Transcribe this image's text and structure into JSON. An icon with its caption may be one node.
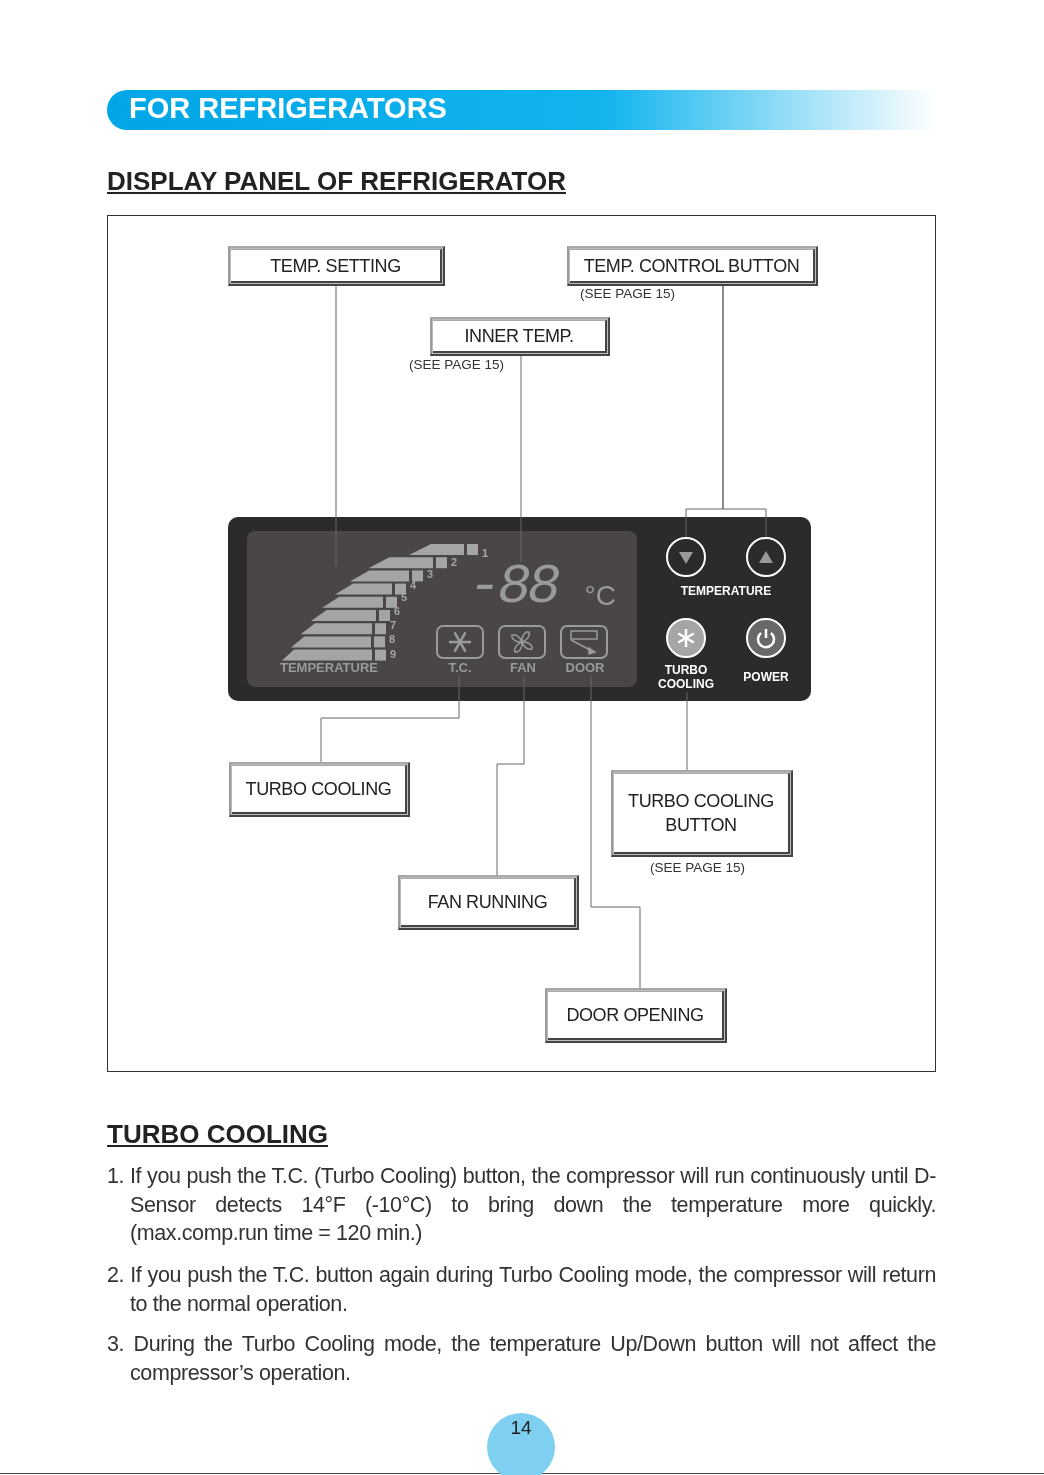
{
  "diagram": {
    "title": "FOR REFRIGERATORS",
    "nodes": [
      {
        "text": [
          "TEMP. SETTING"
        ]
      },
      {
        "text": [
          "TEMP. CONTROL BUTTON"
        ],
        "beside": [
          "(SEE PAGE 15)"
        ]
      },
      {
        "text": [
          "INNER TEMP."
        ],
        "beside": [
          "(SEE PAGE 15)"
        ]
      },
      {
        "text": [
          "TEMPERATURE"
        ]
      },
      {
        "text": [
          "-88",
          "°C"
        ]
      },
      {
        "text": [
          "T.C."
        ]
      },
      {
        "text": [
          "FAN"
        ]
      },
      {
        "text": [
          "DOOR"
        ]
      },
      {
        "text": [],
        "shape": "circle"
      },
      {
        "text": [],
        "shape": "circle"
      },
      {
        "text": [
          "TURBO COOLING"
        ]
      },
      {
        "text": [
          "POWER"
        ]
      },
      {
        "text": [
          "TURBO COOLING"
        ]
      },
      {
        "text": [
          "TURBO COOLING BUTTON"
        ],
        "beside": [
          "(SEE PAGE 15)"
        ]
      },
      {
        "text": [
          "FAN RUNNING"
        ]
      },
      {
        "text": [
          "DOOR OPENING"
        ]
      }
    ],
    "edges": [
      {
        "from": 0,
        "to": 3,
        "arrow": "none"
      },
      {
        "from": 2,
        "to": 4,
        "arrow": "none"
      },
      {
        "from": 1,
        "to": 8,
        "arrow": "none"
      },
      {
        "from": 1,
        "to": 9,
        "arrow": "none"
      },
      {
        "from": 12,
        "to": 5,
        "arrow": "none"
      },
      {
        "from": 14,
        "to": 6,
        "arrow": "none"
      },
      {
        "from": 15,
        "to": 7,
        "arrow": "none"
      },
      {
        "from": 13,
        "to": 10,
        "arrow": "none"
      }
    ],
    "labels": [
      "DISPLAY PANEL OF REFRIGERATOR",
      "1",
      "2",
      "3",
      "4",
      "5",
      "6",
      "7",
      "8",
      "9",
      "TEMPERATURE",
      "TURBO COOLING",
      "1. If you push the T.C. (Turbo Cooling) button, the compressor will run continuously until D-Sensor detects 14°F (-10°C) to bring down the temperature more quickly. (max.comp.run time = 120 min.)",
      "2. If you push the T.C. button again during Turbo Cooling mode, the compressor will return to the normal operation.",
      "3. During the Turbo Cooling mode, the temperature Up/Down button will not affect the compressor’s operation.",
      "14"
    ]
  }
}
